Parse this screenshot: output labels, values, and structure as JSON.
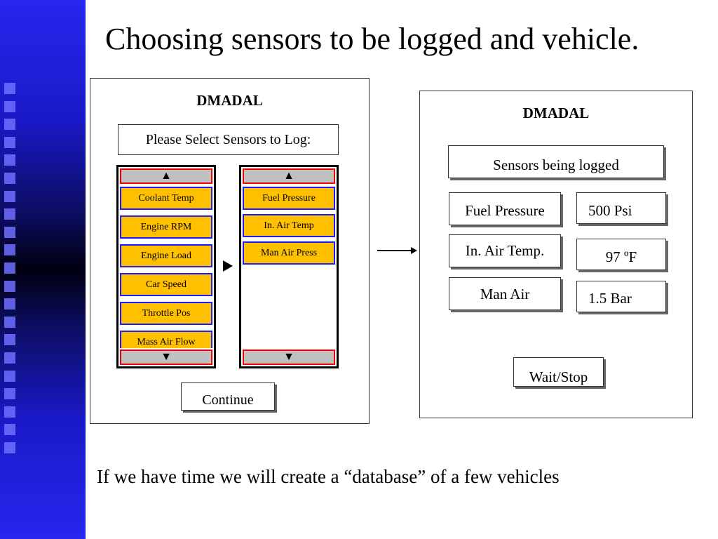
{
  "slide": {
    "title": "Choosing sensors to be logged and vehicle.",
    "caption": "If we have time we will create a “database” of a few vehicles"
  },
  "left_screen": {
    "app_title": "DMADAL",
    "prompt": "Please Select Sensors to Log:",
    "available_sensors": [
      "Coolant Temp",
      "Engine RPM",
      "Engine Load",
      "Car Speed",
      "Throttle Pos",
      "Mass Air Flow"
    ],
    "selected_sensors": [
      "Fuel Pressure",
      "In. Air Temp",
      "Man Air Press"
    ],
    "continue_label": "Continue",
    "up_glyph": "▲",
    "down_glyph": "▼"
  },
  "right_screen": {
    "app_title": "DMADAL",
    "header": "Sensors being logged",
    "readings": [
      {
        "name": "Fuel Pressure",
        "value": "500 Psi"
      },
      {
        "name": "In. Air Temp.",
        "value": "97 ºF"
      },
      {
        "name": "Man Air",
        "value": "1.5 Bar"
      }
    ],
    "wait_stop_label": "Wait/Stop"
  },
  "colors": {
    "item_fill": "#ffc000",
    "item_border": "#1c1cff",
    "scroll_border": "#e00000",
    "scroll_fill": "#c0c0c0",
    "band": "#1a1ac8"
  }
}
